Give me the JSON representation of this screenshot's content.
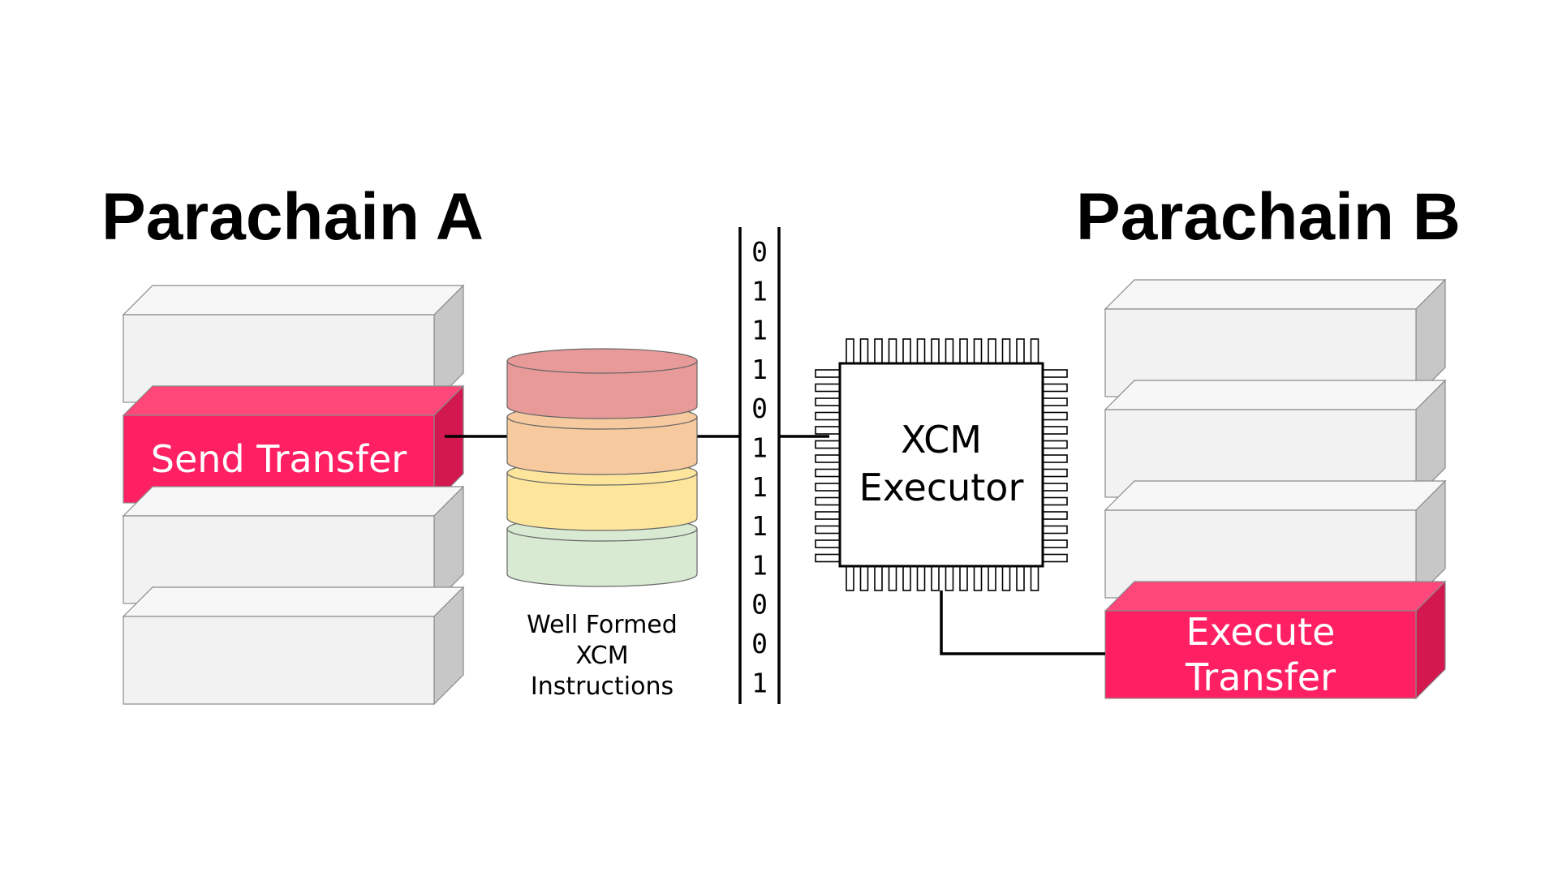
{
  "left_chain": {
    "title": "Parachain A",
    "blocks": [
      "",
      "Send Transfer",
      "",
      ""
    ],
    "highlight_index": 1
  },
  "right_chain": {
    "title": "Parachain B",
    "blocks": [
      "",
      "",
      "",
      "Execute\nTransfer"
    ],
    "highlight_index": 3
  },
  "message_stack": {
    "caption": [
      "Well Formed",
      "XCM",
      "Instructions"
    ],
    "layer_colors": [
      "#e89a98",
      "#f6c99f",
      "#fde59b",
      "#d9ead3"
    ]
  },
  "bit_stream": [
    "0",
    "1",
    "1",
    "1",
    "0",
    "1",
    "1",
    "1",
    "1",
    "0",
    "0",
    "1"
  ],
  "executor": {
    "label": [
      "XCM",
      "Executor"
    ]
  },
  "colors": {
    "block_face": "#f1f2f1",
    "block_top": "#f7f7f7",
    "block_side": "#c7c7c7",
    "highlight_face": "#ff1f63",
    "highlight_top": "#ff4779",
    "highlight_side": "#d3184f"
  }
}
